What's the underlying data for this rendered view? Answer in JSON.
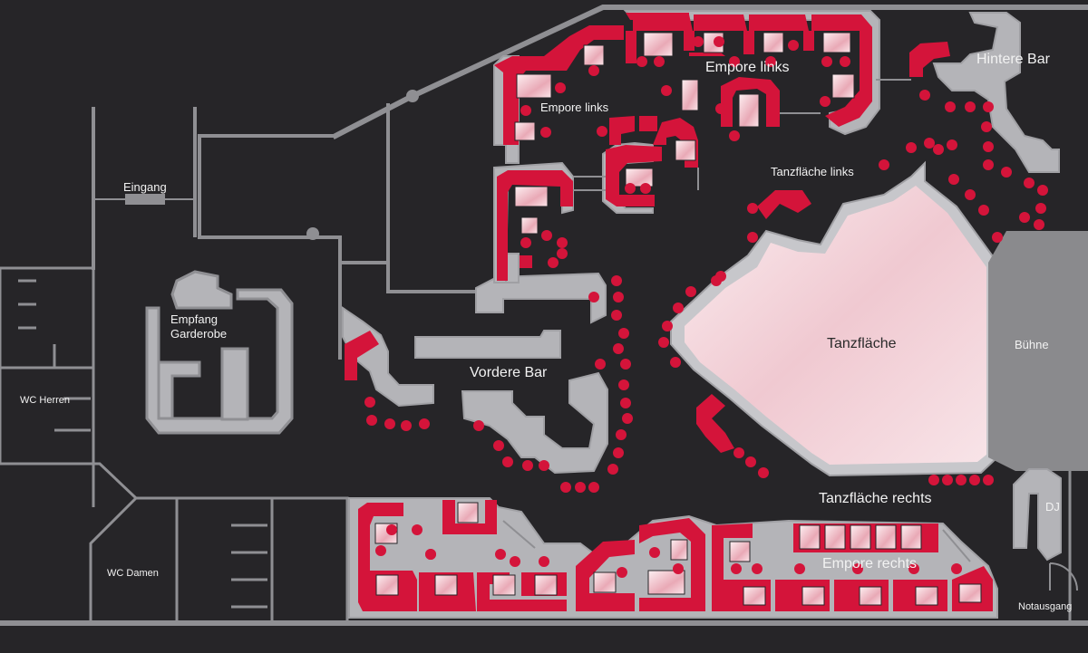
{
  "areas": {
    "eingang": "Eingang",
    "empfang_line1": "Empfang",
    "empfang_line2": "Garderobe",
    "wc_herren": "WC Herren",
    "wc_damen": "WC Damen",
    "vordere_bar": "Vordere Bar",
    "empore_links_main": "Empore links",
    "empore_links_sub": "Empore links",
    "hintere_bar": "Hintere Bar",
    "tanzflaeche_links": "Tanzfläche links",
    "tanzflaeche": "Tanzfläche",
    "buehne": "Bühne",
    "tanzflaeche_rechts": "Tanzfläche rechts",
    "dj": "DJ",
    "empore_rechts": "Empore rechts",
    "notausgang": "Notausgang"
  },
  "colors": {
    "background": "#262528",
    "wall": "#8f8f93",
    "bar_counter": "#b4b4b8",
    "seat": "#d4143a",
    "table": "#f4d3da",
    "dancefloor": "#f3d6dc",
    "stage": "#8a8a8d"
  }
}
